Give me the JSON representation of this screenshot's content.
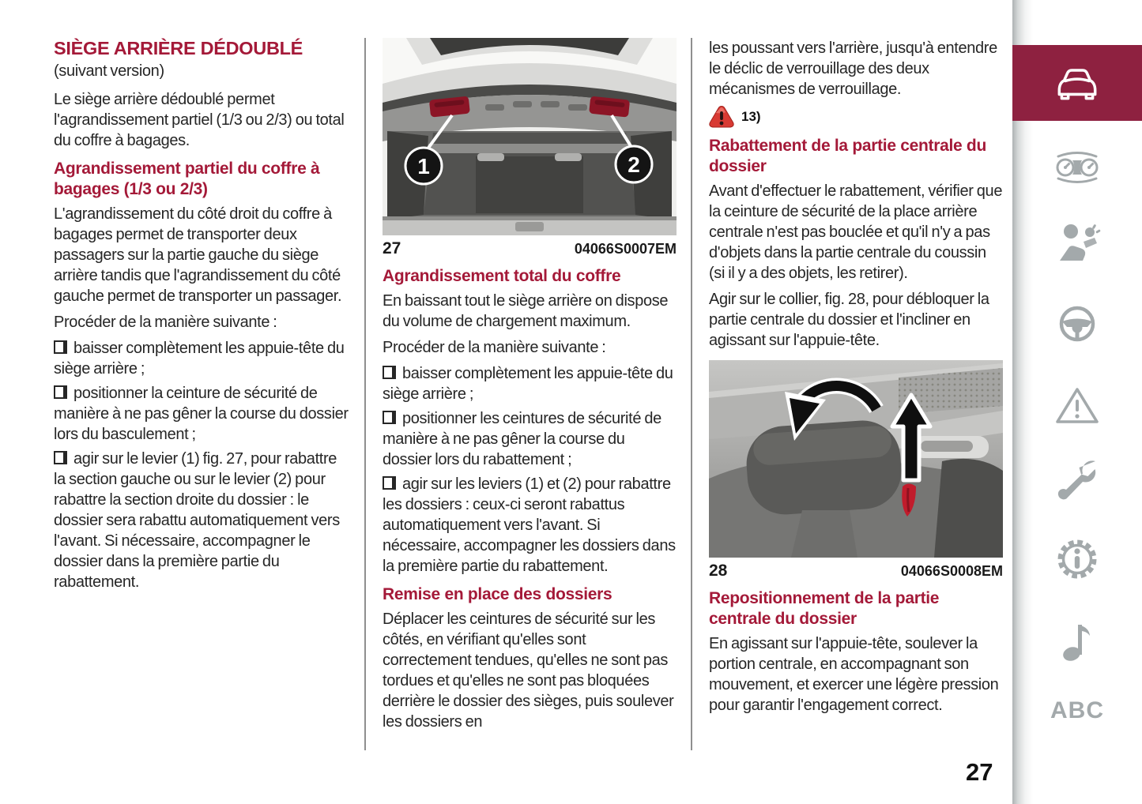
{
  "page": {
    "number": "27"
  },
  "colors": {
    "heading_accent": "#a41938",
    "active_tab": "#8e2140",
    "sidebar_icon_gray": "#a3a9ab",
    "figure_lever_red": "#8c1526",
    "warning_red": "#d83a33"
  },
  "sidebar": {
    "items": [
      {
        "name": "car-icon",
        "active": true
      },
      {
        "name": "dashboard-icon",
        "active": false
      },
      {
        "name": "airbag-icon",
        "active": false
      },
      {
        "name": "steering-wheel-icon",
        "active": false
      },
      {
        "name": "warning-triangle-icon",
        "active": false
      },
      {
        "name": "wrench-icon",
        "active": false
      },
      {
        "name": "info-gear-icon",
        "active": false
      },
      {
        "name": "music-note-icon",
        "active": false
      },
      {
        "name": "abc-tab",
        "label": "ABC",
        "active": false
      }
    ]
  },
  "columns": {
    "left": {
      "title": "SIÈGE ARRIÈRE DÉDOUBLÉ",
      "subtitle": "(suivant version)",
      "p1": "Le siège arrière dédoublé permet l'agrandissement partiel (1/3 ou 2/3) ou total du coffre à bagages.",
      "h2a": "Agrandissement partiel du coffre à bagages (1/3 ou 2/3)",
      "p2": "L'agrandissement du côté droit du coffre à bagages permet de transporter deux passagers sur la partie gauche du siège arrière tandis que l'agrandissement du côté gauche permet de transporter un passager.",
      "p3": "Procéder de la manière suivante :",
      "bullets": [
        "baisser complètement les appuie-tête du siège arrière ;",
        "positionner la ceinture de sécurité de manière à ne pas gêner la course du dossier lors du basculement ;",
        "agir sur le levier (1) fig. 27, pour rabattre la section gauche ou sur le levier (2) pour rabattre la section droite du dossier : le dossier sera rabattu automatiquement vers l'avant. Si nécessaire, accompagner le dossier dans la première partie du rabattement."
      ]
    },
    "middle": {
      "h2a": "Agrandissement total du coffre",
      "p1": "En baissant tout le siège arrière on dispose du volume de chargement maximum.",
      "p2": "Procéder de la manière suivante :",
      "bullets": [
        "baisser complètement les appuie-tête du siège arrière ;",
        "positionner les ceintures de sécurité de manière à ne pas gêner la course du dossier lors du rabattement ;",
        "agir sur les leviers (1) et (2) pour rabattre les dossiers : ceux-ci seront rabattus automatiquement vers l'avant. Si nécessaire, accompagner les dossiers dans la première partie du rabattement."
      ],
      "h2b": "Remise en place des dossiers",
      "p3": "Déplacer les ceintures de sécurité sur les côtés, en vérifiant qu'elles sont correctement tendues, qu'elles ne sont pas tordues et qu'elles ne sont pas bloquées derrière le dossier des sièges, puis soulever les dossiers en"
    },
    "right": {
      "p1": "les poussant vers l'arrière, jusqu'à entendre le déclic de verrouillage des deux mécanismes de verrouillage.",
      "footnote_label": "13)",
      "h2a": "Rabattement de la partie centrale du dossier",
      "p2": "Avant d'effectuer le rabattement, vérifier que la ceinture de sécurité de la place arrière centrale n'est pas bouclée et qu'il n'y a pas d'objets dans la partie centrale du coussin (si il y a des objets, les retirer).",
      "p3": "Agir sur le collier, fig. 28, pour débloquer la partie centrale du dossier et l'incliner en agissant sur l'appuie-tête.",
      "h2b": "Repositionnement de la partie centrale du dossier",
      "p4": "En agissant sur l'appuie-tête, soulever la portion centrale, en accompagnant son mouvement, et exercer une légère pression pour garantir l'engagement correct."
    }
  },
  "figures": {
    "fig27": {
      "number": "27",
      "code": "04066S0007EM",
      "callout1": "1",
      "callout2": "2"
    },
    "fig28": {
      "number": "28",
      "code": "04066S0008EM"
    }
  }
}
